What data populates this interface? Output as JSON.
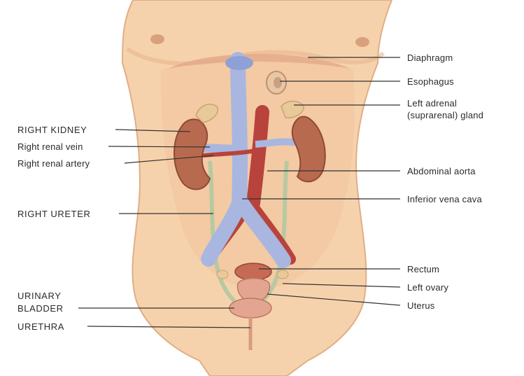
{
  "labels": {
    "right_kidney": "RIGHT KIDNEY",
    "right_renal_vein": "Right renal vein",
    "right_renal_artery": "Right renal artery",
    "right_ureter": "RIGHT URETER",
    "urinary_bladder_1": "URINARY",
    "urinary_bladder_2": "BLADDER",
    "urethra": "URETHRA",
    "diaphragm": "Diaphragm",
    "esophagus": "Esophagus",
    "left_adrenal_1": "Left adrenal",
    "left_adrenal_2": "(suprarenal) gland",
    "abdominal_aorta": "Abdominal aorta",
    "inferior_vena_cava": "Inferior vena cava",
    "rectum": "Rectum",
    "left_ovary": "Left ovary",
    "uterus": "Uterus"
  },
  "colors": {
    "skin": "#f6d2ac",
    "skin_shadow": "#e8b58c",
    "kidney": "#b86a4f",
    "vein": "#a9b6e0",
    "artery": "#b8433c",
    "ureter": "#b8c9a2",
    "adrenal": "#e9c99a",
    "bladder": "#e3a58f",
    "leader_line": "#333333"
  }
}
